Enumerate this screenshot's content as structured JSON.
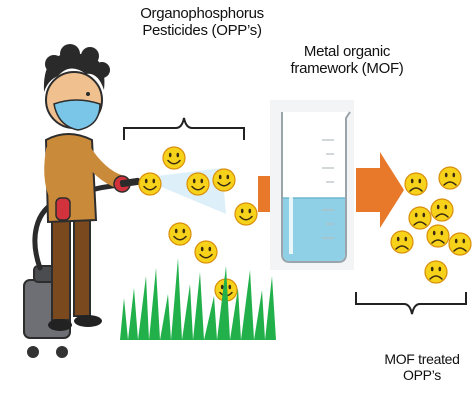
{
  "labels": {
    "opp_line1": "Organophosphorus",
    "opp_line2": "Pesticides (OPP’s)",
    "mof_line1": "Metal organic",
    "mof_line2": "framework (MOF)",
    "treated_line1": "MOF treated",
    "treated_line2": "OPP’s"
  },
  "colors": {
    "smiley_face": "#f7d21a",
    "sad_face": "#f7d21a",
    "arrow": "#e8782a",
    "grass": "#22b04b",
    "liquid": "#8fd0e6",
    "shirt": "#c98a3a",
    "mask": "#79c6e8",
    "gloves": "#d2323c"
  },
  "icons": [
    "person-spraying-icon",
    "smiley-face-icon",
    "beaker-icon",
    "arrow-right-icon",
    "sad-face-icon",
    "grass-icon",
    "bracket-icon"
  ]
}
